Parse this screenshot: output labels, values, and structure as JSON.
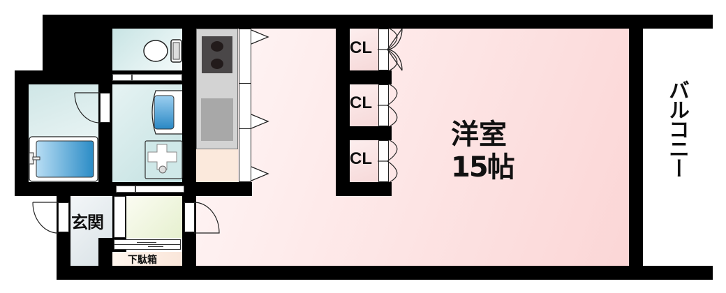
{
  "floorplan": {
    "main_room": {
      "name": "洋室",
      "size": "15帖"
    },
    "closets": [
      {
        "label": "CL"
      },
      {
        "label": "CL"
      },
      {
        "label": "CL"
      }
    ],
    "entrance": {
      "label": "玄関"
    },
    "shoe_cabinet": {
      "label": "下駄箱"
    },
    "balcony": {
      "label": "バルコニー"
    }
  },
  "colors": {
    "wall": "#000000",
    "wet_area": "#d4eaea",
    "main_room": "#fde3e3",
    "kitchen_counter": "#d3d3d3",
    "kitchen_peach": "#fbe9dc",
    "washer_area": "#eef4da",
    "entrance": "#e8eef1",
    "bathtub": "#4aa4d8"
  }
}
